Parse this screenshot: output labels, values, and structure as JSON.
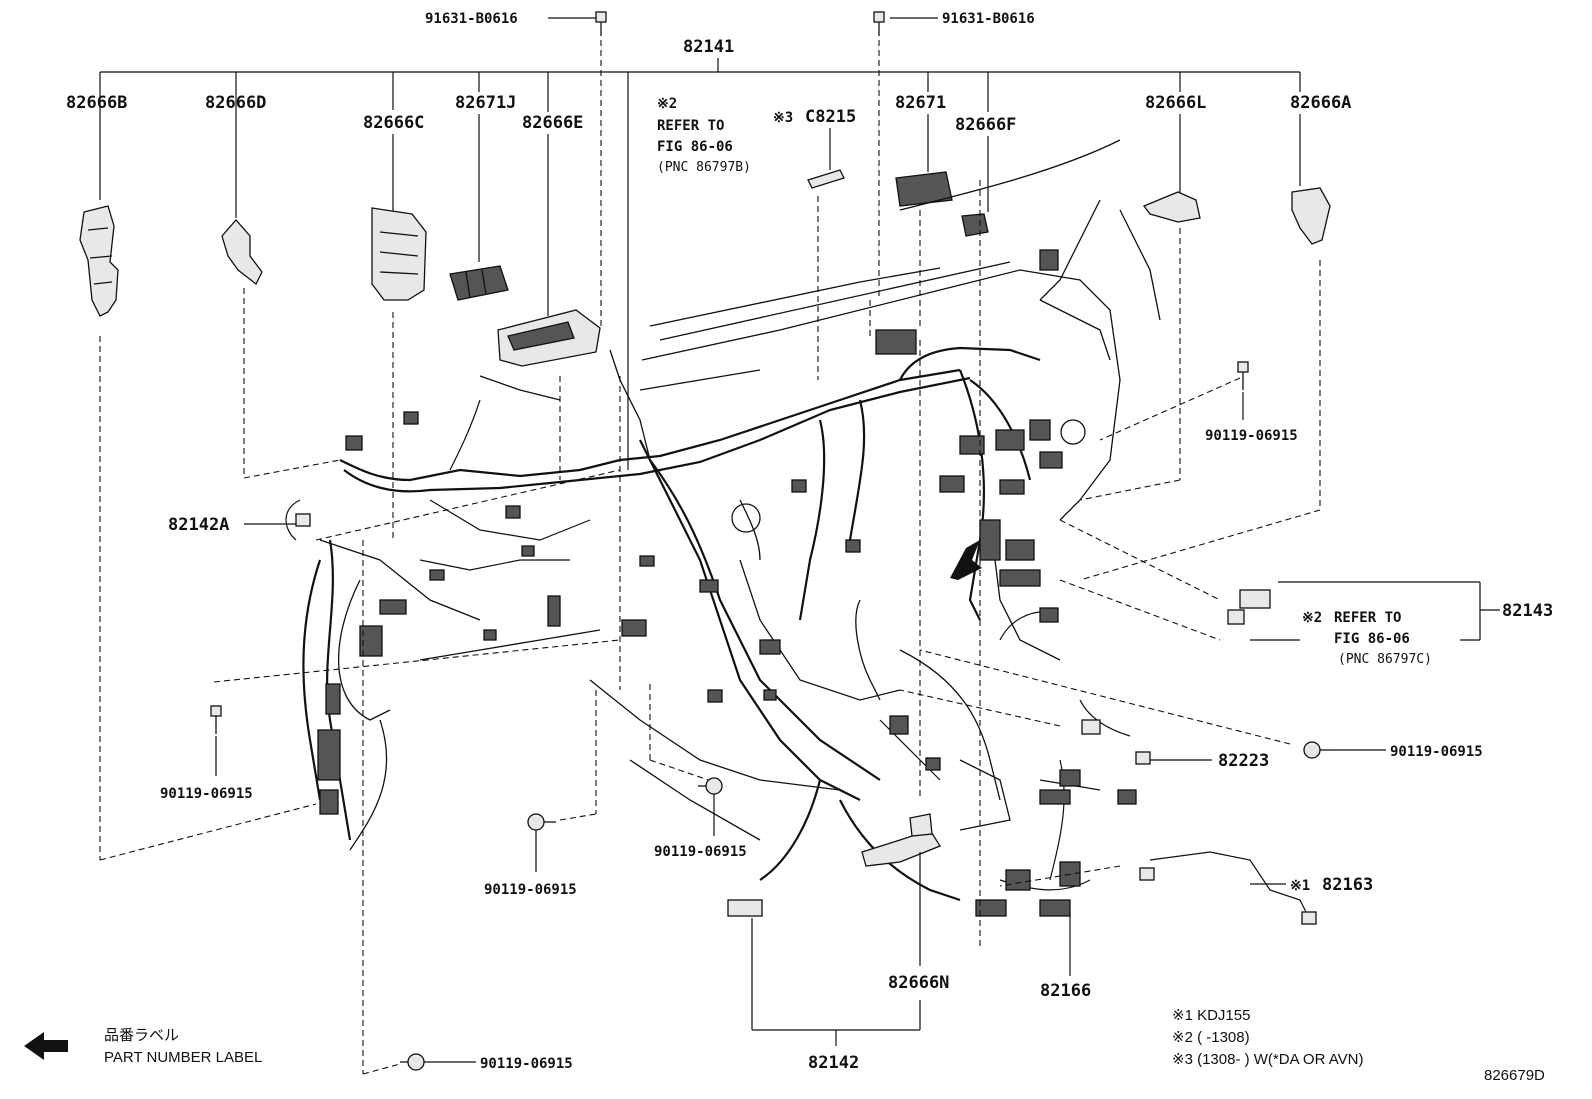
{
  "labels": {
    "bolt_top_left": "91631-B0616",
    "bolt_top_right": "91631-B0616",
    "harness_main": "82141",
    "p82666B": "82666B",
    "p82666D": "82666D",
    "p82671J": "82671J",
    "p82666C": "82666C",
    "p82666E": "82666E",
    "note2_mark": "※2",
    "note2_refer": "REFER TO",
    "note2_fig": "FIG 86-06",
    "note2_pnc": "(PNC 86797B)",
    "note3_mark": "※3",
    "pC8215": "C8215",
    "p82671": "82671",
    "p82666F": "82666F",
    "p82666L": "82666L",
    "p82666A": "82666A",
    "bolt_right_upper": "90119-06915",
    "p82142A": "82142A",
    "p82143": "82143",
    "note2b_mark": "※2",
    "note2b_refer": "REFER TO",
    "note2b_fig": "FIG 86-06",
    "note2b_pnc": "(PNC 86797C)",
    "bolt_right_mid": "90119-06915",
    "p82223": "82223",
    "bolt_left": "90119-06915",
    "bolt_center": "90119-06915",
    "bolt_lower_center": "90119-06915",
    "note1_mark": "※1",
    "p82163": "82163",
    "p82666N": "82666N",
    "p82166": "82166",
    "p82142": "82142",
    "bolt_bottom": "90119-06915",
    "part_label_jp": "品番ラベル",
    "part_label_en": "PART NUMBER LABEL",
    "footnote1": "※1  KDJ155",
    "footnote2": "※2 (        -1308)",
    "footnote3": "※3 (1308-        ) W(*DA OR AVN)",
    "figure_code": "826679D"
  }
}
